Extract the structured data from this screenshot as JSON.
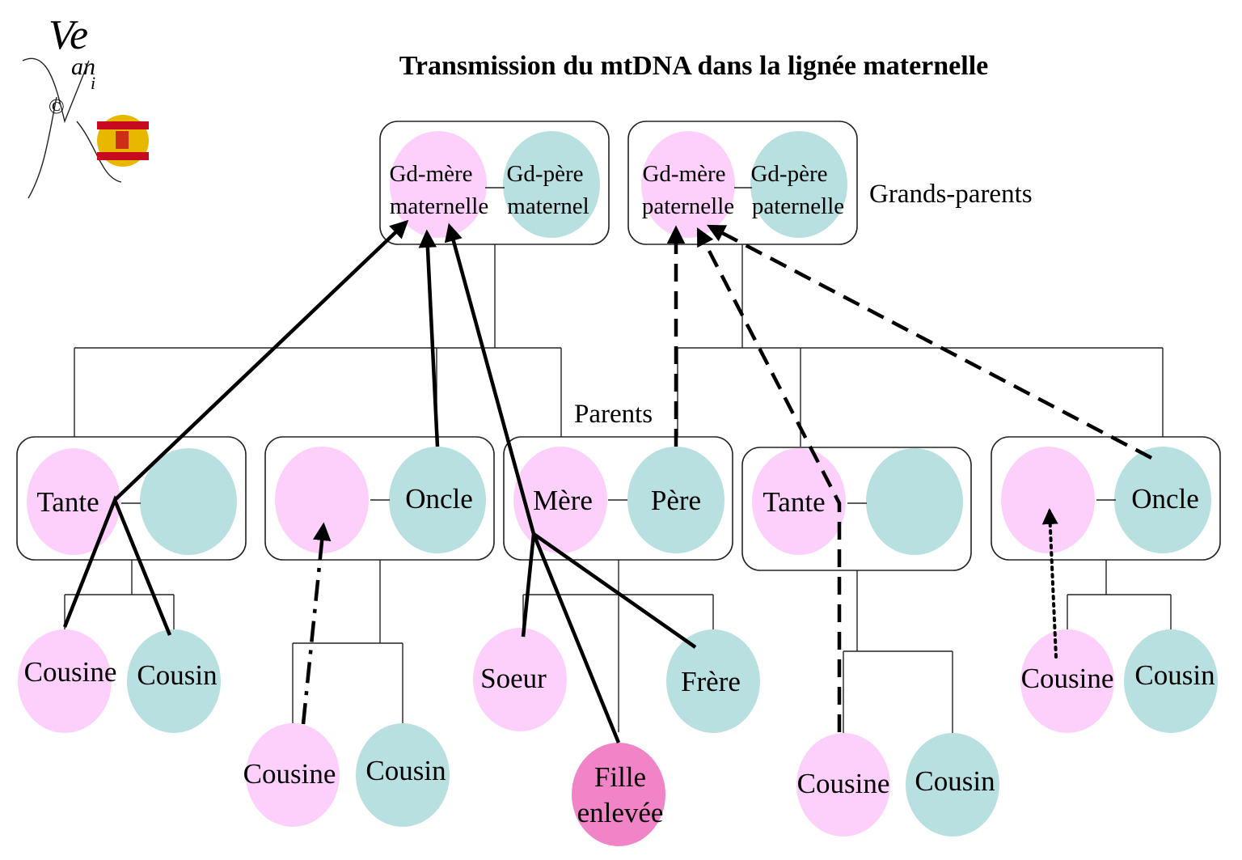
{
  "title": "Transmission du mtDNA dans la lignée maternelle",
  "logo": {
    "text": "Ve ani VK ©",
    "flag": "spain-flag"
  },
  "generation_labels": {
    "grandparents": "Grands-parents",
    "parents": "Parents"
  },
  "grandparents": {
    "maternal": {
      "grandmother": [
        "Gd-mère",
        "maternelle"
      ],
      "grandfather": [
        "Gd-père",
        "maternel"
      ]
    },
    "paternal": {
      "grandmother": [
        "Gd-mère",
        "paternelle"
      ],
      "grandfather": [
        "Gd-père",
        "paternelle"
      ]
    }
  },
  "parents": {
    "couple1": {
      "woman": "Tante",
      "man": ""
    },
    "couple2": {
      "woman": "",
      "man": "Oncle"
    },
    "couple3": {
      "woman": "Mère",
      "man": "Père"
    },
    "couple4": {
      "woman": "Tante",
      "man": ""
    },
    "couple5": {
      "woman": "",
      "man": "Oncle"
    }
  },
  "children": {
    "g1": {
      "girl": "Cousine",
      "boy": "Cousin"
    },
    "g2": {
      "girl": "Cousine",
      "boy": "Cousin"
    },
    "g3": {
      "sister": "Soeur",
      "brother": "Frère",
      "abducted": [
        "Fille",
        "enlevée"
      ]
    },
    "g4": {
      "girl": "Cousine",
      "boy": "Cousin"
    },
    "g5": {
      "girl": "Cousine",
      "boy": "Cousin"
    }
  },
  "colors": {
    "female": "#fdd0fb",
    "male": "#b9e0e0",
    "abducted": "#f184c7"
  }
}
